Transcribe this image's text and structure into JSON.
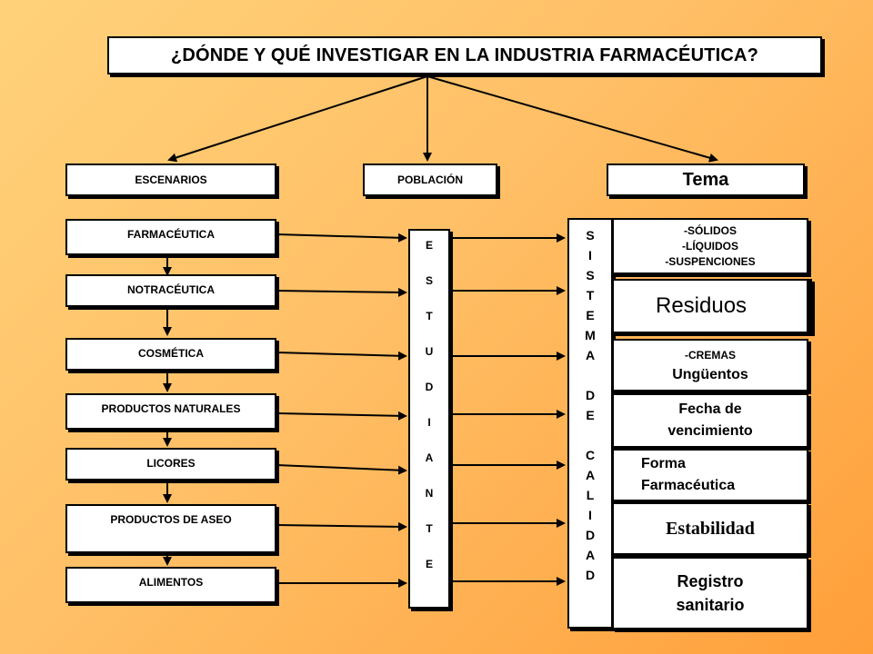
{
  "title": "¿DÓNDE Y QUÉ INVESTIGAR EN LA INDUSTRIA FARMACÉUTICA?",
  "headers": {
    "escenarios": "ESCENARIOS",
    "poblacion": "POBLACIÓN",
    "tema": "Tema"
  },
  "escenarios": [
    "FARMACÉUTICA",
    "NOTRACÉUTICA",
    "COSMÉTICA",
    "PRODUCTOS NATURALES",
    "LICORES",
    "PRODUCTOS DE ASEO",
    "ALIMENTOS"
  ],
  "poblacion_vertical": [
    "E",
    "S",
    "T",
    "U",
    "D",
    "I",
    "A",
    "N",
    "T",
    "E"
  ],
  "sistema_vertical": [
    "S",
    "I",
    "S",
    "T",
    "E",
    "M",
    "A",
    " ",
    "D",
    "E",
    " ",
    "C",
    "A",
    "L",
    "I",
    "D",
    "A",
    "D"
  ],
  "temas": {
    "t1_line1": "-SÓLIDOS",
    "t1_line2": "-LÍQUIDOS",
    "t1_line3": "-SUSPENCIONES",
    "t2": "Residuos",
    "t3_line1": "-CREMAS",
    "t3_line2": "Ungüentos",
    "t4_line1": "Fecha de",
    "t4_line2": "vencimiento",
    "t5_line1": "Forma",
    "t5_line2": "Farmacéutica",
    "t6": "Estabilidad",
    "t7_line1": "Registro",
    "t7_line2": "sanitario"
  }
}
